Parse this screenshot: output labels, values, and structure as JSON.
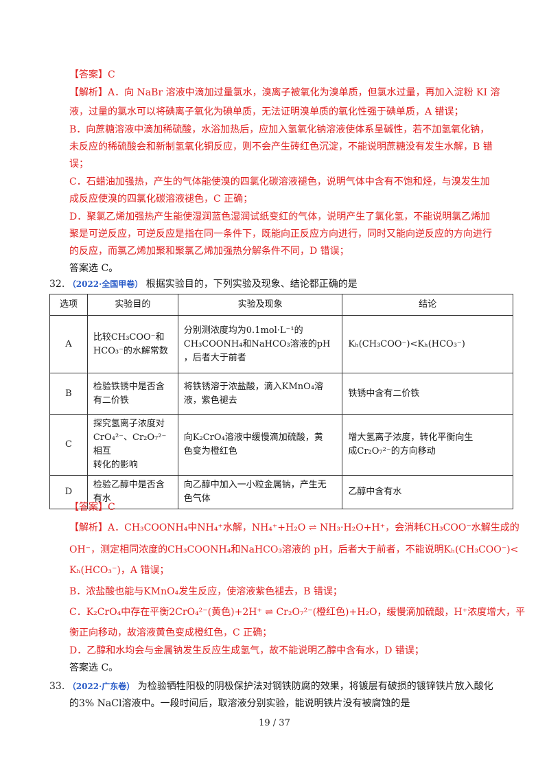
{
  "q31_tail": {
    "answer": "【答案】C",
    "analysis_lines": [
      "【解析】A．向 NaBr 溶液中滴加过量氯水，溴离子被氧化为溴单质，但氯水过量，再加入淀粉 KI 溶",
      "液，过量的氯水可以将碘离子氧化为碘单质，无法证明溴单质的氧化性强于碘单质，A 错误；",
      "B．向蔗糖溶液中滴加稀硫酸，水浴加热后，应加入氢氧化钠溶液使体系呈碱性，若不加氢氧化钠，",
      "未反应的稀硫酸会和新制氢氧化铜反应，则不会产生砖红色沉淀，不能说明蔗糖没有发生水解，B 错",
      "误；",
      "C．石蜡油加强热，产生的气体能使溴的四氯化碳溶液褪色，说明气体中含有不饱和烃，与溴发生加",
      "成反应使溴的四氯化碳溶液褪色，C 正确；",
      "D．聚氯乙烯加强热产生能使湿润蓝色湿润试纸变红的气体，说明产生了氯化氢，不能说明氯乙烯加",
      "聚是可逆反应，可逆反应是指在同一条件下，既能向正反应方向进行，同时又能向逆反应的方向进行",
      "的反应，而氯乙烯加聚和聚氯乙烯加强热分解条件不同，D 错误；"
    ],
    "choose": "答案选 C。"
  },
  "q32": {
    "number": "32.",
    "source": "（2022·全国甲卷）",
    "stem": "根据实验目的，下列实验及现象、结论都正确的是",
    "headers": [
      "选项",
      "实验目的",
      "实验及现象",
      "结论"
    ],
    "rows": [
      {
        "option": "A",
        "goal_a": "比较CH₃COO⁻和",
        "goal_b": "HCO₃⁻的水解常数",
        "exp_a": "分别测浓度均为0.1mol·L⁻¹的",
        "exp_b": "CH₃COONH₄和NaHCO₃溶液的pH",
        "exp_c": "，后者大于前者",
        "conclusion": "Kₕ(CH₃COO⁻)<Kₕ(HCO₃⁻)"
      },
      {
        "option": "B",
        "goal_a": "检验铁锈中是否含",
        "goal_b": "有二价铁",
        "exp_a": "将铁锈溶于浓盐酸，滴入KMnO₄溶",
        "exp_b": "液，紫色褪去",
        "exp_c": "",
        "conclusion": "铁锈中含有二价铁"
      },
      {
        "option": "C",
        "goal_a": "探究氢离子浓度对",
        "goal_b": "CrO₄²⁻、Cr₂O₇²⁻相互",
        "goal_c": "转化的影响",
        "exp_a": "向K₂CrO₄溶液中缓慢滴加硫酸，黄",
        "exp_b": "色变为橙红色",
        "exp_c": "",
        "conclusion_a": "增大氢离子浓度，转化平衡向生",
        "conclusion_b": "成Cr₂O₇²⁻的方向移动"
      },
      {
        "option": "D",
        "goal_a": "检验乙醇中是否含",
        "goal_b": "有水",
        "exp_a": "向乙醇中加入一小粒金属钠，产生无",
        "exp_b": "色气体",
        "exp_c": "",
        "conclusion": "乙醇中含有水"
      }
    ],
    "answer": "【答案】C",
    "analysis_lines": [
      "【解析】A．CH₃COONH₄中NH₄⁺水解，NH₄⁺+H₂O ⇌ NH₃·H₂O+H⁺，会消耗CH₃COO⁻水解生成的",
      "OH⁻，测定相同浓度的CH₃COONH₄和NaHCO₃溶液的 pH，后者大于前者，不能说明Kₕ(CH₃COO⁻)<",
      "Kₕ(HCO₃⁻)，A 错误；",
      "B．浓盐酸也能与KMnO₄发生反应，使溶液紫色褪去，B 错误；",
      "C．K₂CrO₄中存在平衡2CrO₄²⁻(黄色)+2H⁺ ⇌ Cr₂O₇²⁻(橙红色)+H₂O，缓慢滴加硫酸，H⁺浓度增大，平",
      "衡正向移动，故溶液黄色变成橙红色，C 正确；",
      "D．乙醇和水均会与金属钠发生反应生成氢气，故不能说明乙醇中含有水，D 错误；"
    ],
    "choose": "答案选 C。"
  },
  "q33": {
    "number": "33.",
    "source": "（2022·广东卷）",
    "stem_a": "为检验牺牲阳极的阴极保护法对钢铁防腐的效果，将镀层有破损的镀锌铁片放入酸化",
    "stem_b": "的3% NaCl溶液中。一段时间后，取溶液分别实验，能说明铁片没有被腐蚀的是"
  },
  "footer": {
    "page": "19 / 37"
  }
}
